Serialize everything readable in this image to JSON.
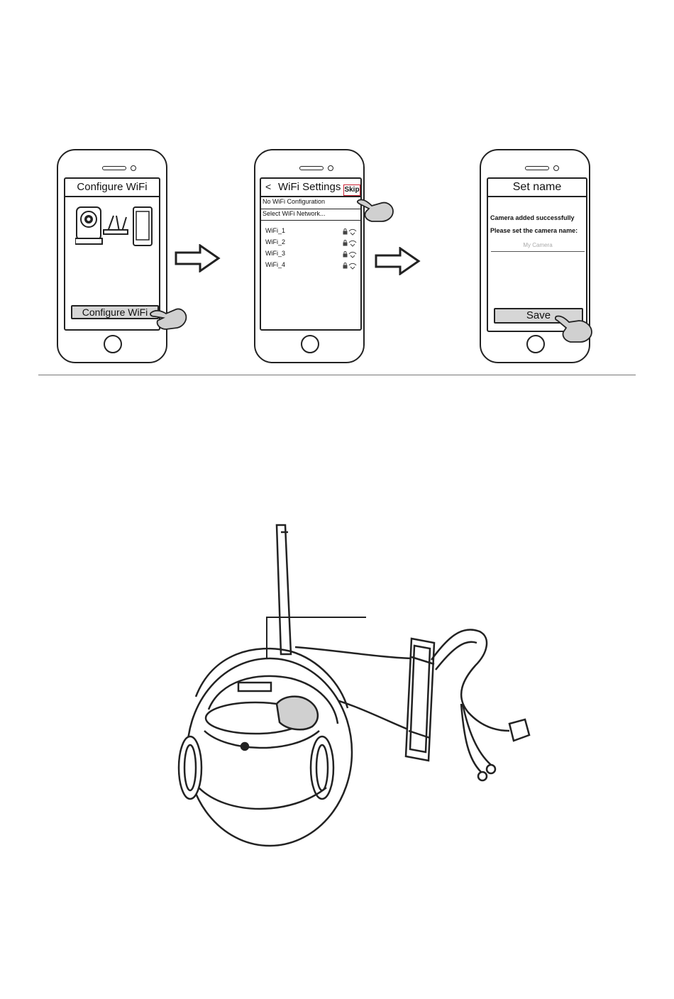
{
  "steps": {
    "phone1": {
      "title": "Configure WiFi",
      "button_label": "Configure WiFi"
    },
    "phone2": {
      "back_label": "<",
      "title": "WiFi Settings",
      "skip_label": "Skip",
      "no_config_label": "No WiFi Configuration",
      "select_label": "Select WiFi Network...",
      "networks": [
        "WiFi_1",
        "WiFi_2",
        "WiFi_3",
        "WiFi_4"
      ]
    },
    "phone3": {
      "title": "Set name",
      "line1": "Camera added successfully",
      "line2": "Please set the camera name:",
      "name_placeholder": "My Camera",
      "save_label": "Save"
    }
  },
  "icons": [
    "camera-icon",
    "router-icon",
    "phone-icon",
    "hand-pointer-icon",
    "arrow-right-icon",
    "lock-icon",
    "wifi-icon"
  ],
  "colors": {
    "skip_highlight": "#cc2233",
    "button_fill": "#d6d6d6",
    "line": "#222222"
  }
}
